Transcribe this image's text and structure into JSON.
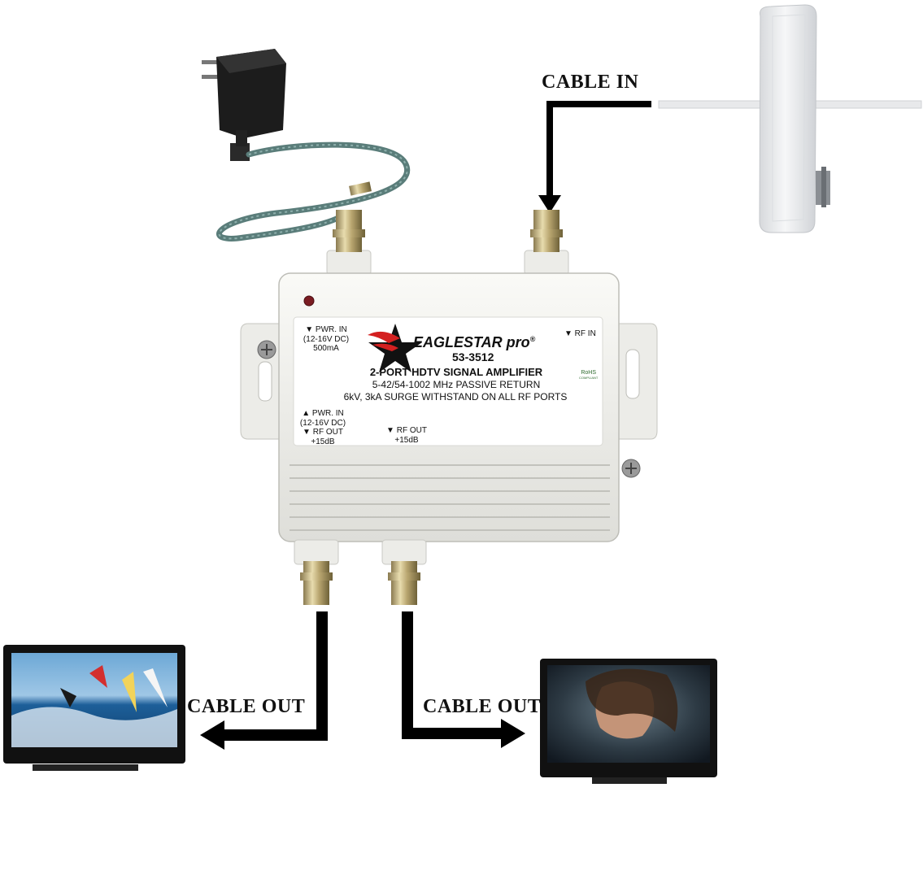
{
  "callouts": {
    "cable_in": "CABLE IN",
    "cable_out_left": "CABLE OUT",
    "cable_out_right": "CABLE OUT"
  },
  "device_label": {
    "brand": "EAGLESTAR pro",
    "registered_mark": "®",
    "model": "53-3512",
    "title": "2-PORT HDTV SIGNAL AMPLIFIER",
    "line2": "5-42/54-1002 MHz PASSIVE RETURN",
    "line3": "6kV, 3kA SURGE WITHSTAND ON ALL RF PORTS",
    "pwr_in_top": [
      "▼ PWR. IN",
      "(12-16V DC)",
      "500mA"
    ],
    "rf_in": "▼ RF IN",
    "pwr_rf_out_1": [
      "▲ PWR. IN",
      "(12-16V DC)",
      "▼ RF OUT",
      "+15dB"
    ],
    "rf_out_2": [
      "▼ RF OUT",
      "+15dB"
    ],
    "rohs": [
      "RoHS",
      "COMPLIANT"
    ]
  },
  "colors": {
    "arrow": "#000000",
    "housing": "#f2f2ee",
    "label_bg": "#ffffff",
    "brand_red": "#d42020",
    "antenna": "#ecedef",
    "power_cable": "#5a7d7a"
  },
  "icons": [
    "power-adapter-icon",
    "antenna-icon",
    "tv-left-icon",
    "tv-right-icon",
    "amplifier-icon",
    "eagle-star-logo-icon"
  ]
}
